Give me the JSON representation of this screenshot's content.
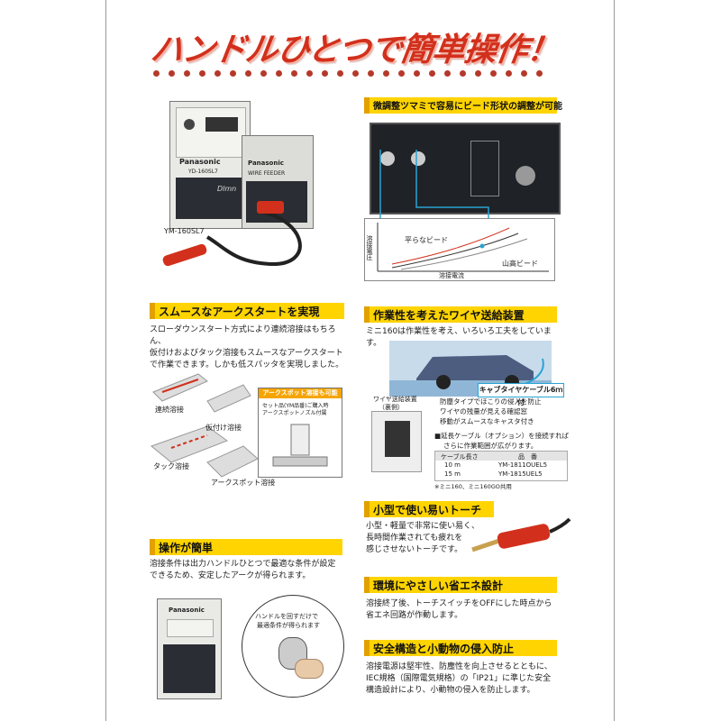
{
  "hero": {
    "title": "ハンドルひとつで簡単操作！"
  },
  "machines": {
    "main_brand": "Panasonic",
    "main_model_plate": "YD-160SL7",
    "main_logo": "Dlmn",
    "feeder_brand": "Panasonic",
    "feeder_label": "WIRE FEEDER",
    "caption": "YM-160SL7"
  },
  "bead": {
    "heading": "微調整ツマミで容易にビード形状の調整が可能",
    "flat_bead": "平らなビード",
    "peak_bead": "山高ビード",
    "y_axis": "溶接電圧",
    "x_axis": "溶接電流"
  },
  "arc_start": {
    "heading": "スムースなアークスタートを実現",
    "body": [
      "スローダウンスタート方式により連続溶接はもちろん、",
      "仮付けおよびタック溶接もスムースなアークスタート",
      "で作業できます。しかも低スパッタを実現しました。"
    ],
    "labels": {
      "continuous": "連続溶接",
      "tack_temp": "仮付け溶接",
      "tack": "タック溶接",
      "arc_spot": "アークスポット溶接"
    },
    "arc_spot_box": {
      "title": "アークスポット溶接も可能",
      "line1": "セット品(YM品番)ご購入時",
      "line2": "アークスポットノズル付属"
    }
  },
  "feeder": {
    "heading": "作業性を考えたワイヤ送給装置",
    "body": "ミニ160は作業性を考え、いろいろ工夫をしています。",
    "cable_label": "キャブタイヤケーブル6ｍ付",
    "device_label_1": "ワイヤ送給装置",
    "device_label_2": "（裏側）",
    "bullets": [
      "防塵タイプでほこりの侵入を防止",
      "ワイヤの残量が見える確認窓",
      "移動がスムースなキャスタ付き"
    ],
    "ext_1": "■延長ケーブル（オプション）を接続すれば",
    "ext_2": "さらに作業範囲が広がります。",
    "table_header": [
      "ケーブル長さ",
      "品　番"
    ],
    "table_rows": [
      [
        "10 m",
        "YM-1811OUEL5"
      ],
      [
        "15 m",
        "YM-1815UEL5"
      ]
    ],
    "table_note": "※ミニ160、ミニ160GO共用"
  },
  "torch": {
    "heading": "小型で使い易いトーチ",
    "body": [
      "小型・軽量で非常に使い易く、",
      "長時間作業されても疲れを",
      "感じさせないトーチです。"
    ]
  },
  "easy": {
    "heading": "操作が簡単",
    "body": [
      "溶接条件は出力ハンドルひとつで最適な条件が設定",
      "できるため、安定したアークが得られます。"
    ],
    "bubble_1": "ハンドルを回すだけで",
    "bubble_2": "最適条件が得られます",
    "brand": "Panasonic"
  },
  "eco": {
    "heading": "環境にやさしい省エネ設計",
    "body": [
      "溶接終了後、トーチスイッチをOFFにした時点から",
      "省エネ回路が作動します。"
    ]
  },
  "safety": {
    "heading": "安全構造と小動物の侵入防止",
    "body": [
      "溶接電源は堅牢性、防塵性を向上させるとともに、",
      "IEC規格（国際電気規格）の「IP21」に準じた安全",
      "構造設計により、小動物の侵入を防止します。"
    ]
  },
  "colors": {
    "accent_red": "#d2301c",
    "heading_yellow": "#ffd400",
    "cable_blue": "#29a3d4"
  }
}
